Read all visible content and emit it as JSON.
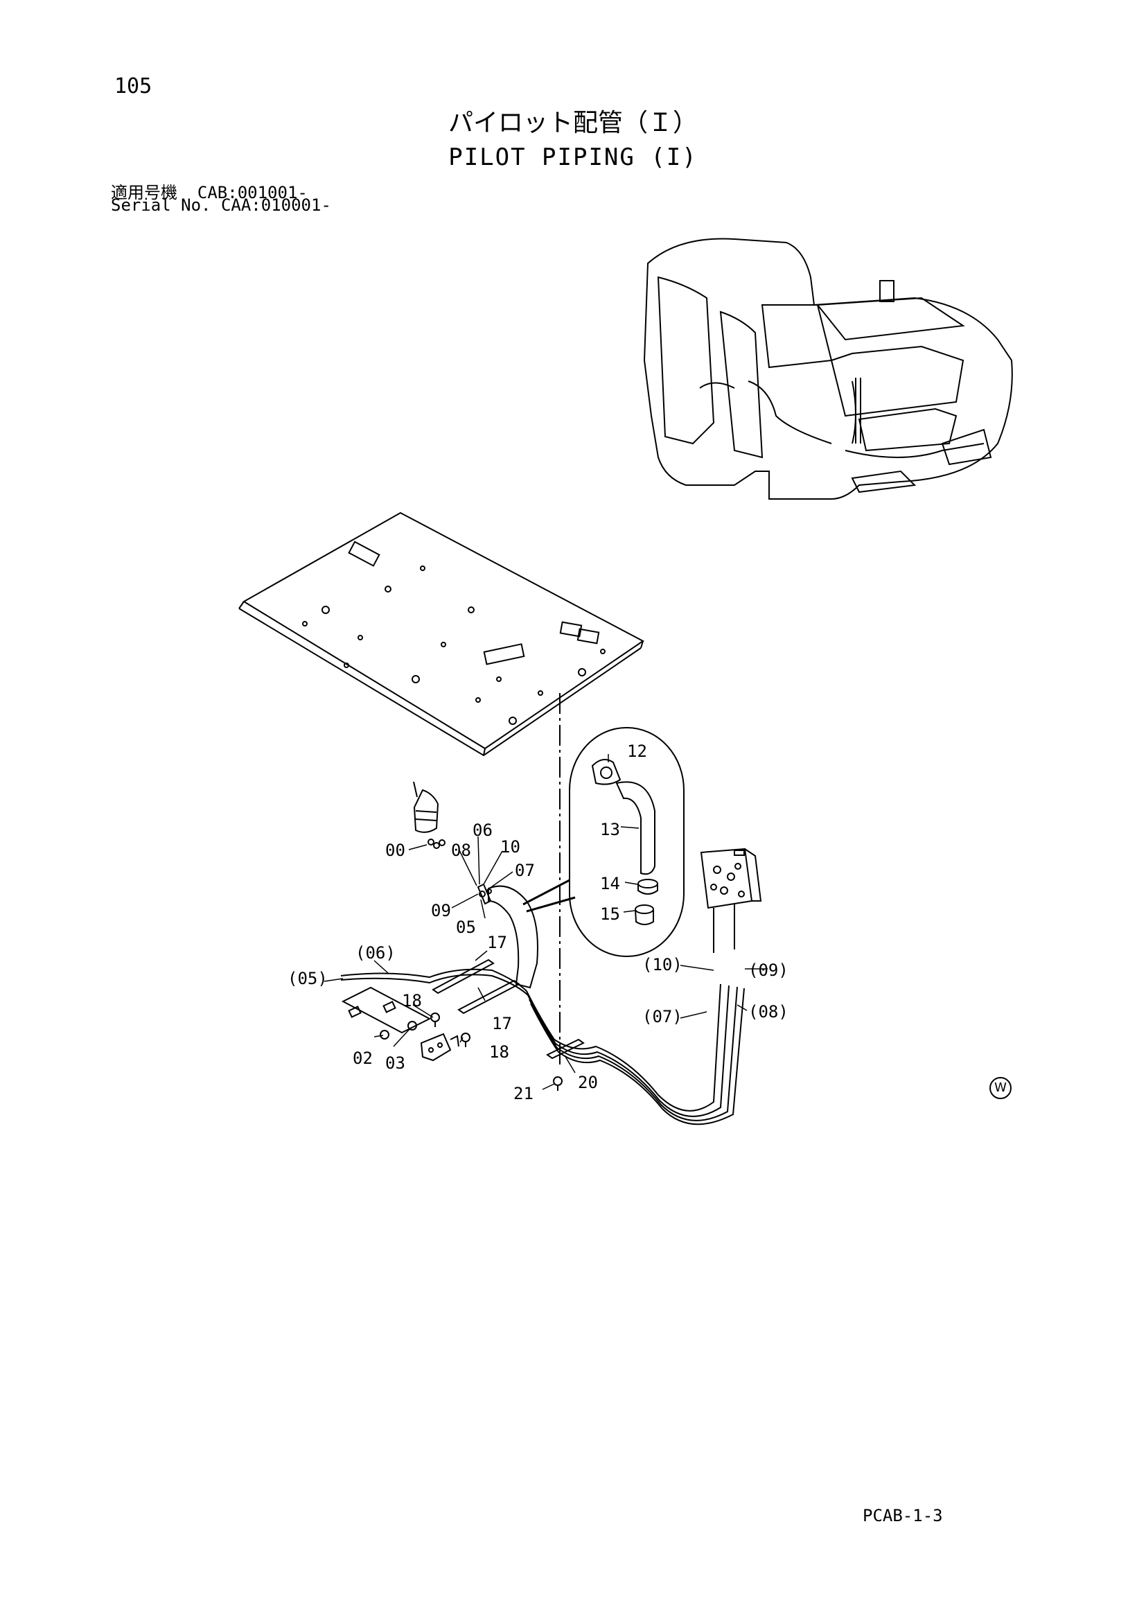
{
  "page_number": "105",
  "title_jp": "パイロット配管（Ｉ）",
  "title_en": "PILOT PIPING (I)",
  "applicability": [
    {
      "label": "適用号機",
      "value": "CAB:001001-"
    },
    {
      "label": "Serial No.",
      "value": "CAA:010001-"
    }
  ],
  "callouts": [
    "00",
    "02",
    "03",
    "05",
    "06",
    "07",
    "08",
    "09",
    "10",
    "12",
    "13",
    "14",
    "15",
    "17",
    "17",
    "18",
    "18",
    "20",
    "21",
    "(05)",
    "(06)",
    "(07)",
    "(08)",
    "(09)",
    "(10)"
  ],
  "mark": "W",
  "ref_code": "PCAB-1-3"
}
